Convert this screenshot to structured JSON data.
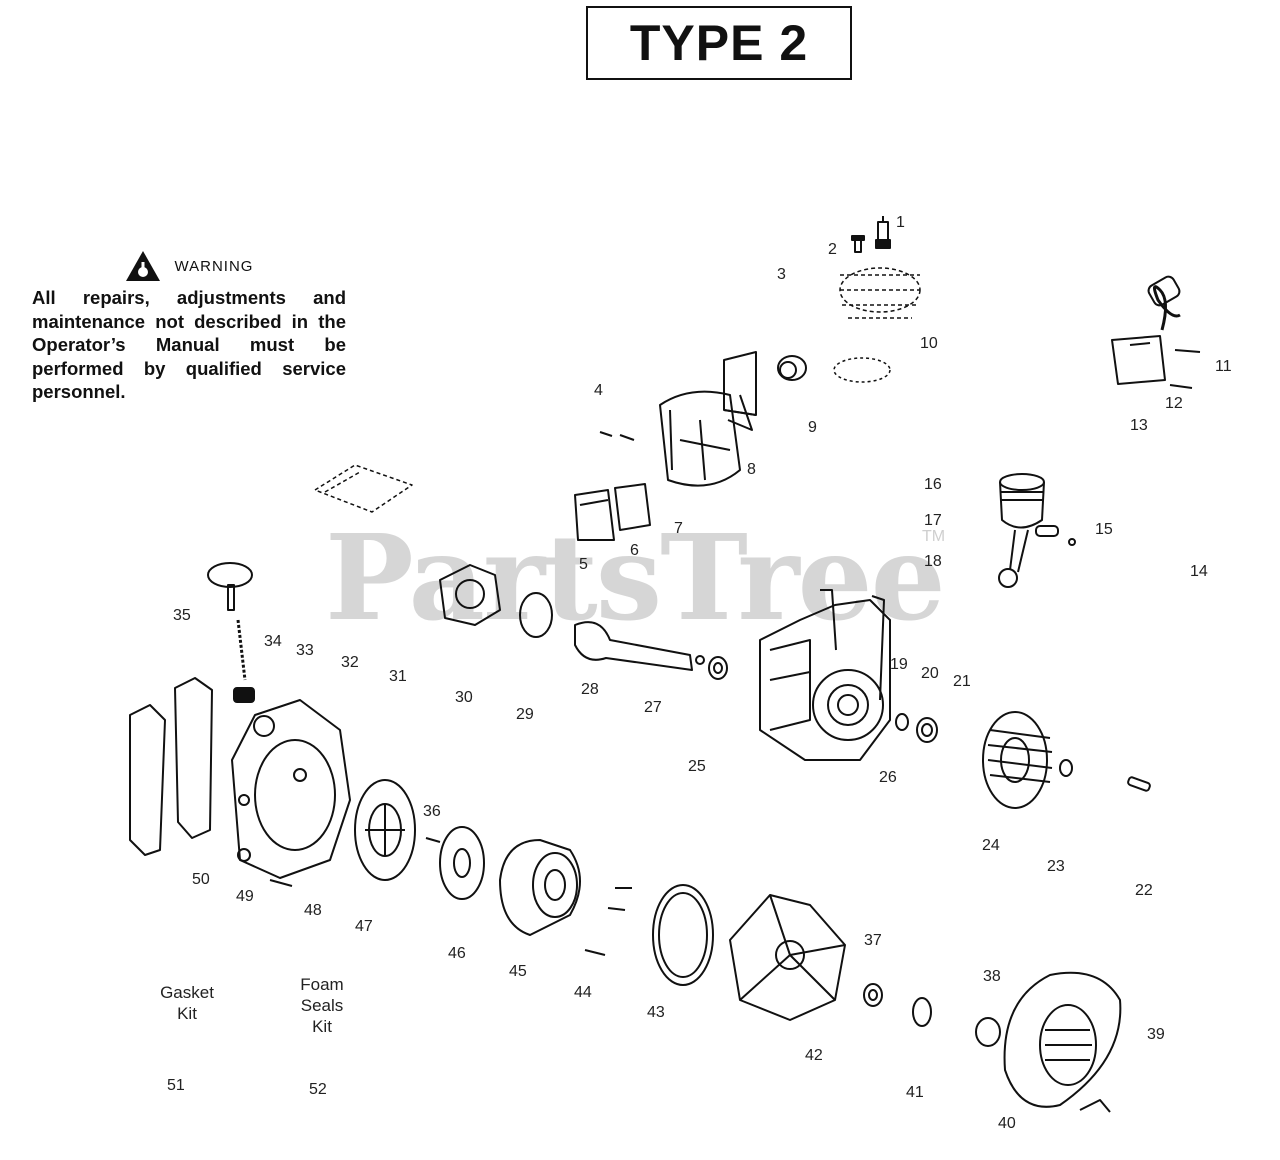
{
  "title": "TYPE 2",
  "warning": {
    "label": "WARNING",
    "text": "All repairs, adjustments and maintenance not described in the Operator’s Manual must be performed by qualified service personnel."
  },
  "watermark": "PartsTree",
  "trademark": "TM",
  "kits": {
    "gasket_kit": "Gasket Kit",
    "foam_seals_kit": "Foam Seals Kit"
  },
  "callouts": [
    "1",
    "2",
    "3",
    "4",
    "5",
    "6",
    "7",
    "8",
    "9",
    "10",
    "11",
    "12",
    "13",
    "14",
    "15",
    "16",
    "17",
    "18",
    "19",
    "20",
    "21",
    "22",
    "23",
    "24",
    "25",
    "26",
    "27",
    "28",
    "29",
    "30",
    "31",
    "32",
    "33",
    "34",
    "35",
    "36",
    "37",
    "38",
    "39",
    "40",
    "41",
    "42",
    "43",
    "44",
    "45",
    "46",
    "47",
    "48",
    "49",
    "50",
    "51",
    "52"
  ]
}
